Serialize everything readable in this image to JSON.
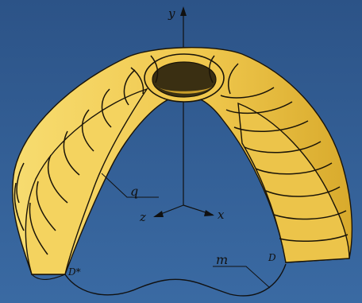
{
  "figure": {
    "labels": {
      "y_axis": "y",
      "x_axis": "x",
      "z_axis": "z",
      "curve_q": "q",
      "curve_m": "m",
      "point_d": "D",
      "point_d_star": "D*"
    },
    "colors": {
      "background": "#2f5b8f",
      "surface": "#f2cf5a",
      "surface_shade": "#d9ad2e",
      "inner_dark": "#3a2f12",
      "lines": "#1a1408"
    }
  }
}
